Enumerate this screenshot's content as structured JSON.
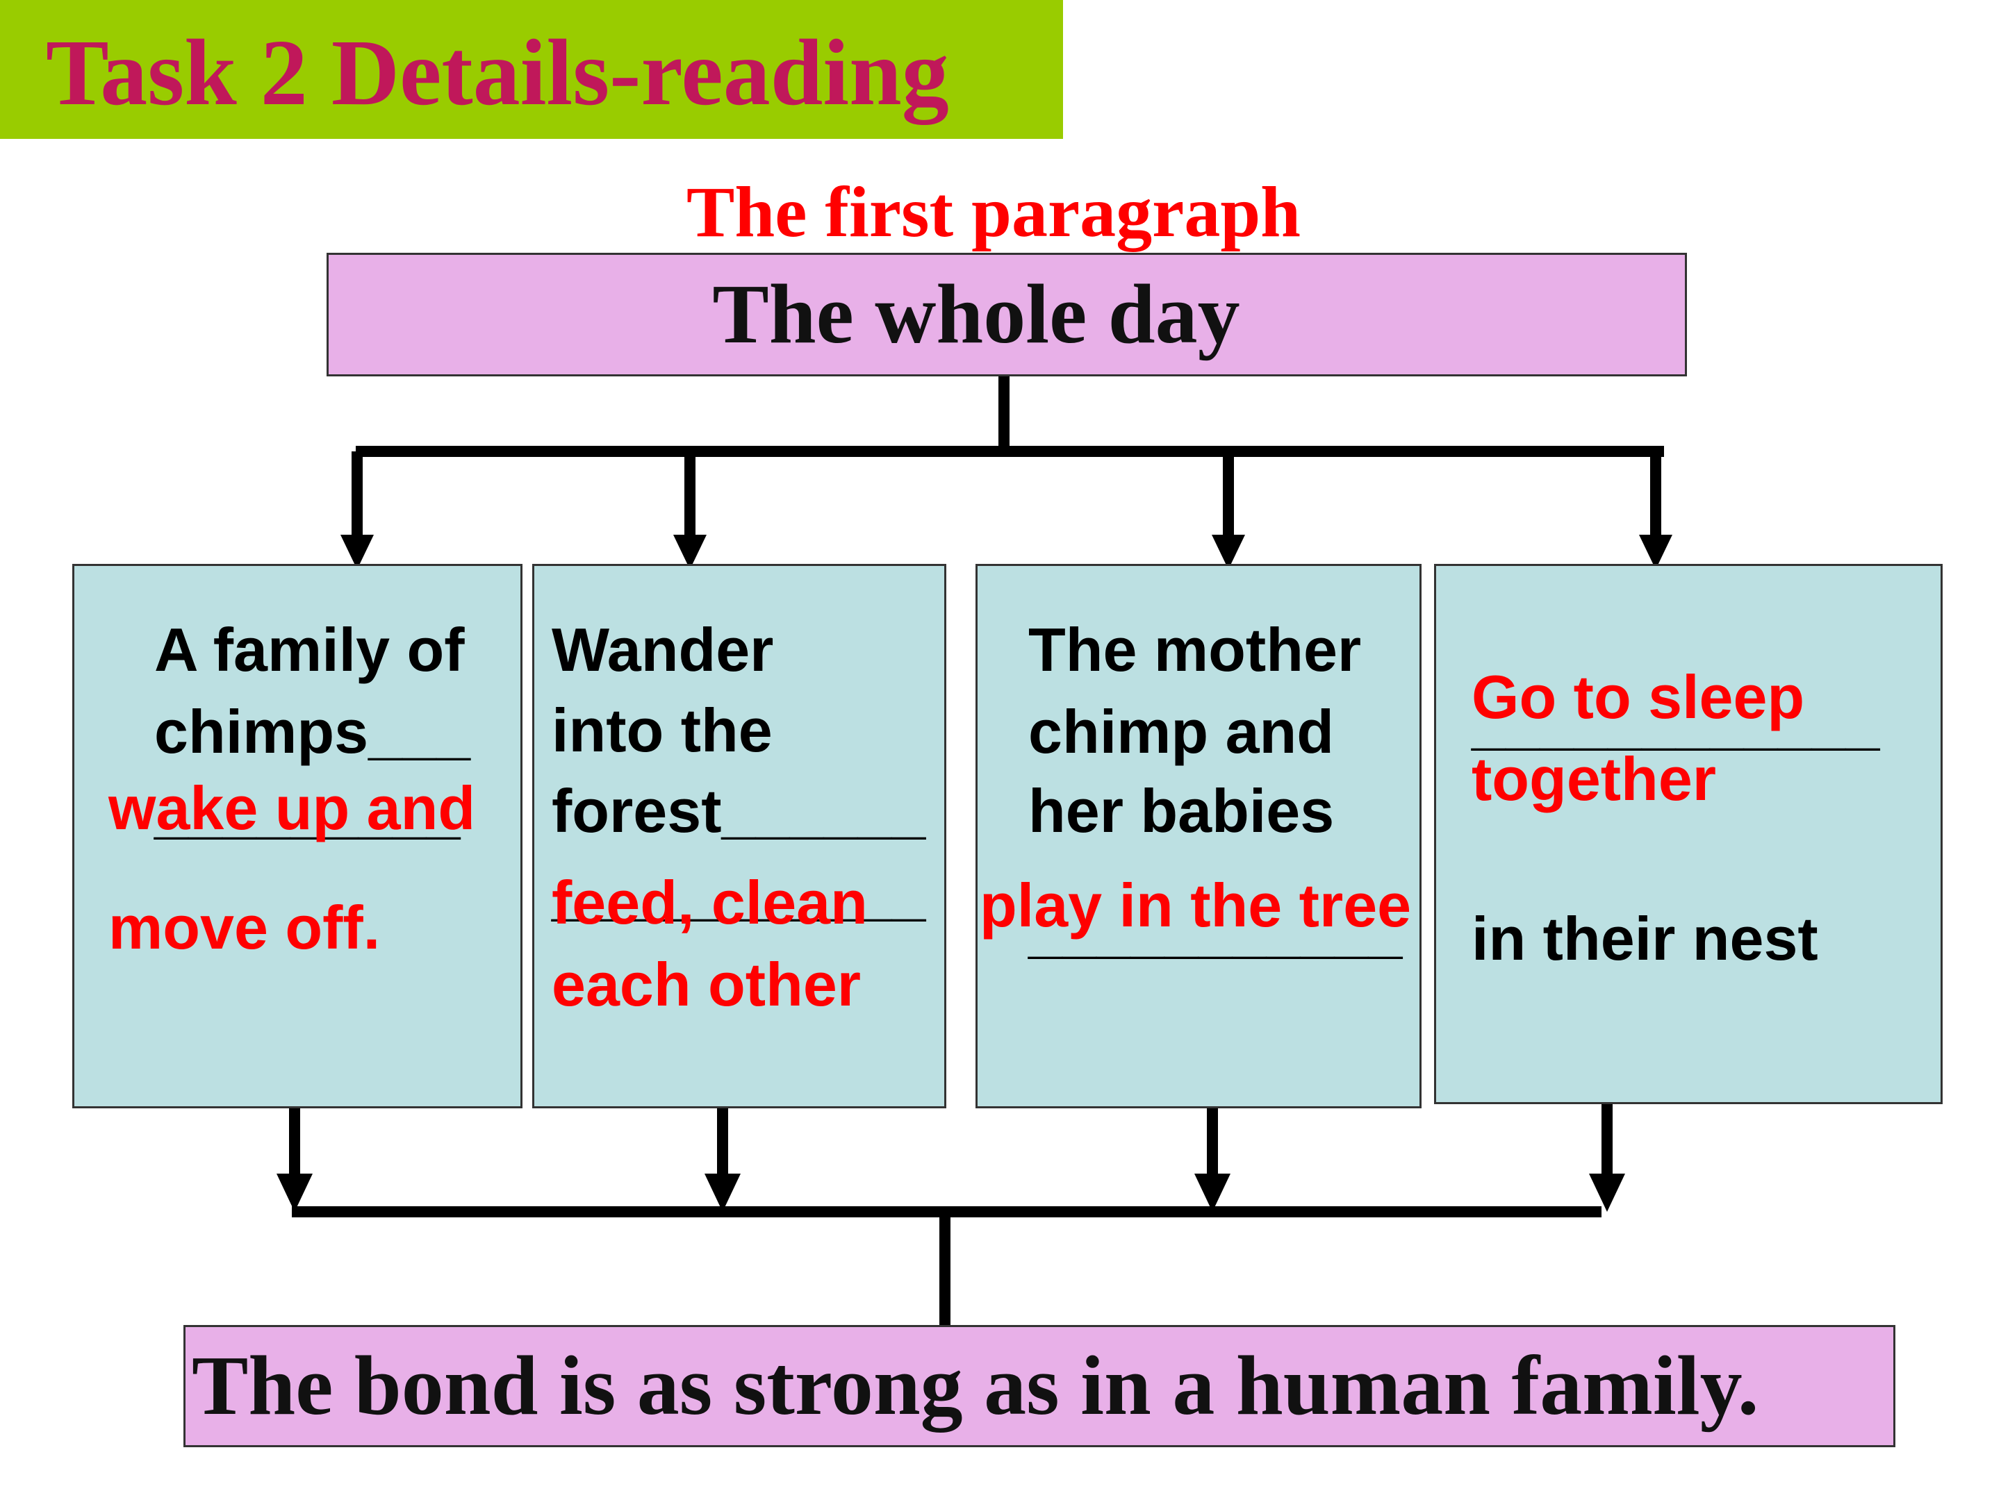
{
  "header": {
    "title": "Task 2  Details-reading"
  },
  "diagram": {
    "subtitle": "The first paragraph",
    "top_node": "The whole day",
    "steps": [
      {
        "prompt_lines": [
          "A family of",
          "chimps___",
          "_________"
        ],
        "answer_lines": [
          "wake up and",
          "move off."
        ]
      },
      {
        "prompt_lines": [
          "Wander",
          "into the",
          "forest______",
          "___________"
        ],
        "answer_lines": [
          "feed, clean",
          "each other"
        ]
      },
      {
        "prompt_lines": [
          "The mother",
          "chimp and",
          "her babies",
          "___________"
        ],
        "answer_lines": [
          "play in the tree"
        ]
      },
      {
        "prompt_lines": [
          "____________",
          "in their nest"
        ],
        "answer_lines": [
          "Go to sleep",
          "together"
        ]
      }
    ],
    "bottom_node": "The bond is as strong as in a human family.",
    "colors": {
      "banner": "#99cc00",
      "title": "#c0185a",
      "accent_red": "#ff0000",
      "node_pink": "#e8b0e8",
      "step_teal": "#bce0e2"
    }
  }
}
